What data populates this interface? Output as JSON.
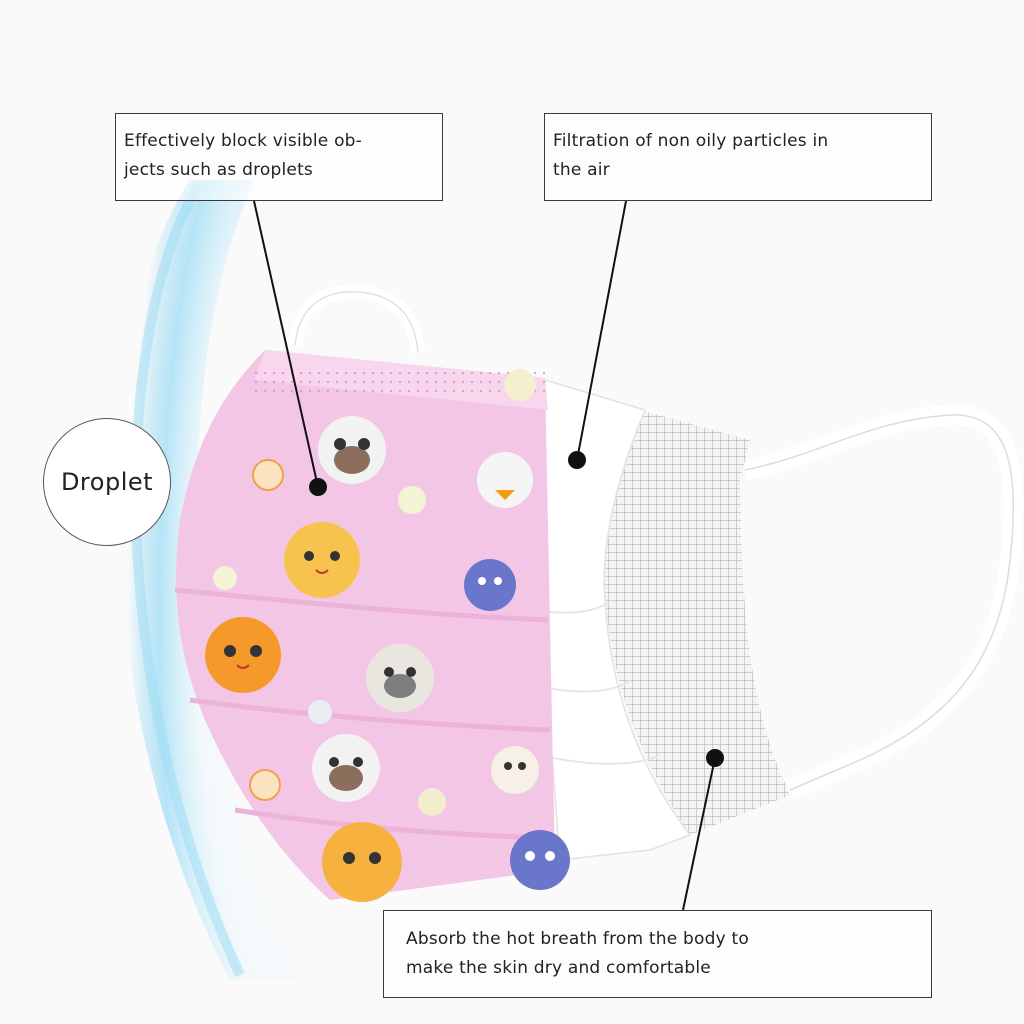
{
  "droplet_label": "Droplet",
  "callouts": {
    "block": {
      "line1": "Effectively block visible ob-",
      "line2": "jects such as droplets"
    },
    "filter": {
      "line1": "Filtration of non oily particles in",
      "line2": "the air"
    },
    "absorb": {
      "line1": "Absorb the hot breath from the body to",
      "line2": "make the skin dry and comfortable"
    }
  },
  "colors": {
    "mask_pink": "#f3c6e6",
    "inner_white": "#ffffff",
    "filter_grid": "#b9b9b9",
    "droplet_blue": "#8fd3f0",
    "leader_line": "#111111"
  }
}
